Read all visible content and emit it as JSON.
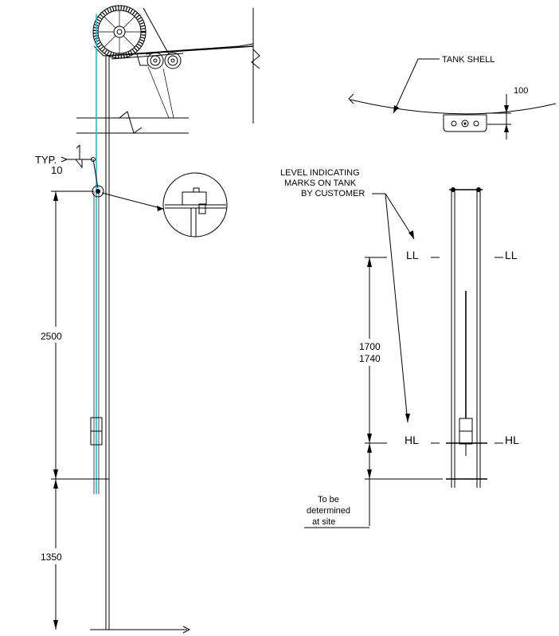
{
  "labels": {
    "tank_shell": "TANK SHELL",
    "dim_100": "100",
    "level_marks": [
      "LEVEL INDICATING",
      "MARKS ON TANK",
      "BY CUSTOMER"
    ],
    "ll": "LL",
    "hl": "HL",
    "dim_1700": "1700",
    "dim_1740": "1740",
    "site": [
      "To be",
      "determined",
      "at site"
    ],
    "typ": "TYP.",
    "weld_size": "10",
    "dim_2500": "2500",
    "dim_1350": "1350"
  },
  "colors": {
    "line": "#000000",
    "cable": "#00c8e0",
    "background": "#ffffff"
  }
}
